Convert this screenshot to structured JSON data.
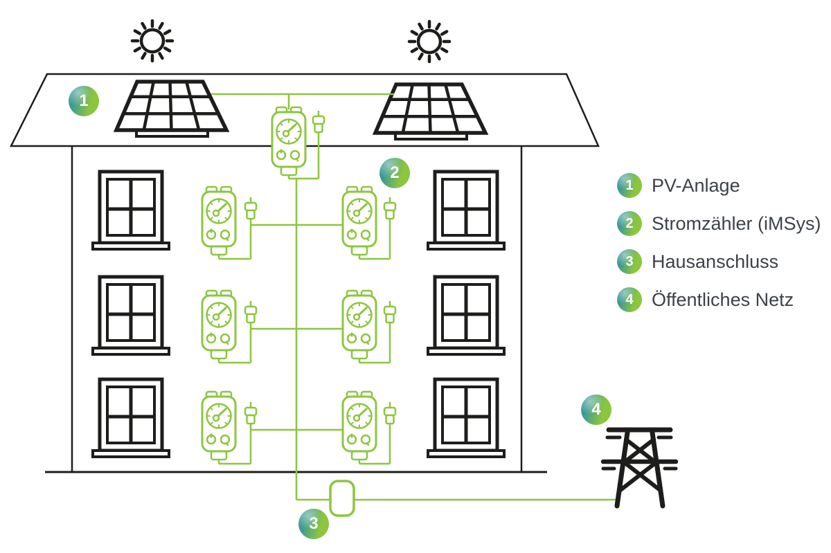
{
  "colors": {
    "green": "#8cc63f",
    "teal": "#3c9a96",
    "black": "#1d1d1b",
    "text": "#3d4248"
  },
  "legend": {
    "items": [
      {
        "number": "1",
        "label": "PV-Anlage"
      },
      {
        "number": "2",
        "label": "Stromzähler (iMSys)"
      },
      {
        "number": "3",
        "label": "Hausanschluss"
      },
      {
        "number": "4",
        "label": "Öffentliches Netz"
      }
    ]
  }
}
